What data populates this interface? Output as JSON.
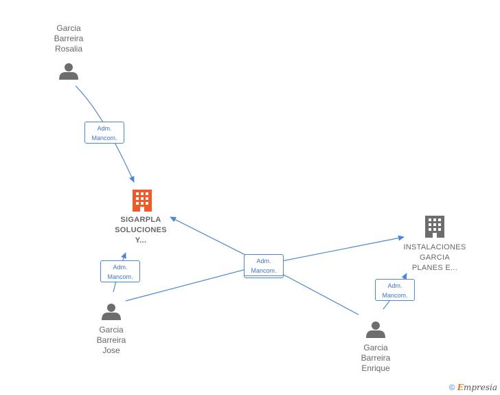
{
  "nodes": {
    "rosalia": {
      "name_lines": [
        "Garcia",
        "Barreira",
        "Rosalia"
      ]
    },
    "jose": {
      "name_lines": [
        "Garcia",
        "Barreira",
        "Jose"
      ]
    },
    "enrique": {
      "name_lines": [
        "Garcia",
        "Barreira",
        "Enrique"
      ]
    },
    "sigarpla": {
      "name_lines": [
        "SIGARPLA",
        "SOLUCIONES",
        "Y..."
      ],
      "color": "#f05a28"
    },
    "instalaciones": {
      "name_lines": [
        "INSTALACIONES",
        "GARCIA",
        "PLANES E..."
      ],
      "color": "#6d6d6d"
    }
  },
  "edges": {
    "rosalia_sigarpla": {
      "label_lines": [
        "Adm.",
        "Mancom."
      ]
    },
    "jose_sigarpla": {
      "label_lines": [
        "Adm.",
        "Mancom."
      ]
    },
    "central": {
      "label_lines": [
        "Adm.",
        "Mancom."
      ]
    },
    "enrique_instalaciones": {
      "label_lines": [
        "Adm.",
        "Mancom."
      ]
    }
  },
  "colors": {
    "edge": "#4a86d4",
    "person_icon": "#6d6d6d"
  },
  "footer": {
    "copyright": "©",
    "brand_first": "E",
    "brand_rest": "mpresia"
  }
}
